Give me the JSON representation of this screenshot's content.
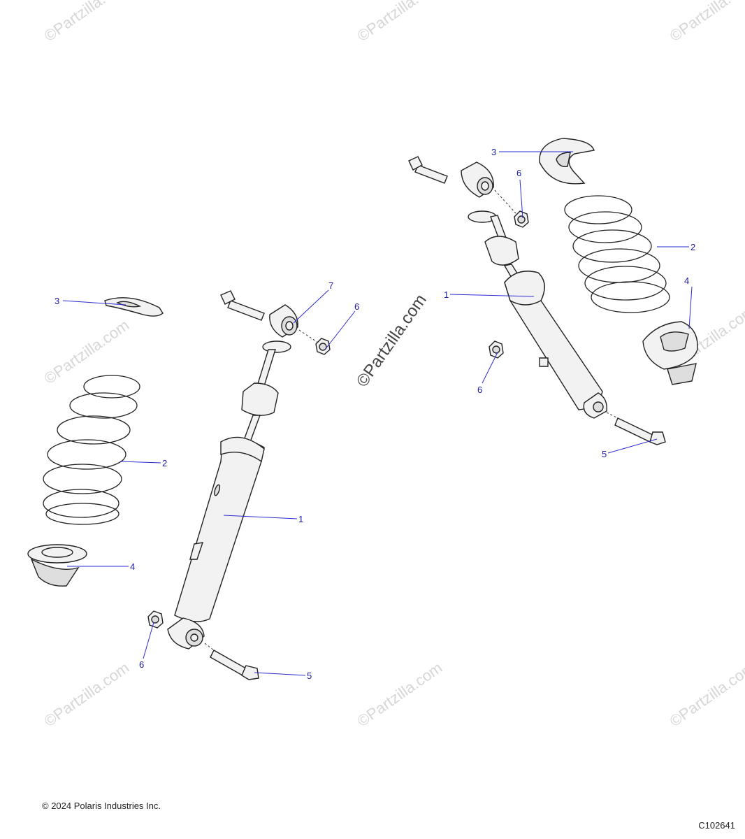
{
  "watermark": {
    "faint_text": "©Partzilla.com",
    "main_text": "©Partzilla.com"
  },
  "callouts": {
    "left": {
      "c1": "1",
      "c2": "2",
      "c3": "3",
      "c4": "4",
      "c5": "5",
      "c6a": "6",
      "c6b": "6",
      "c7": "7"
    },
    "right": {
      "c1": "1",
      "c2": "2",
      "c3": "3",
      "c4": "4",
      "c5": "5",
      "c6a": "6",
      "c6b": "6"
    }
  },
  "footer": {
    "copyright": "© 2024 Polaris Industries Inc.",
    "figure_code": "C102641"
  },
  "colors": {
    "callout": "#1a1aa8",
    "leader": "#2b2bd0"
  }
}
